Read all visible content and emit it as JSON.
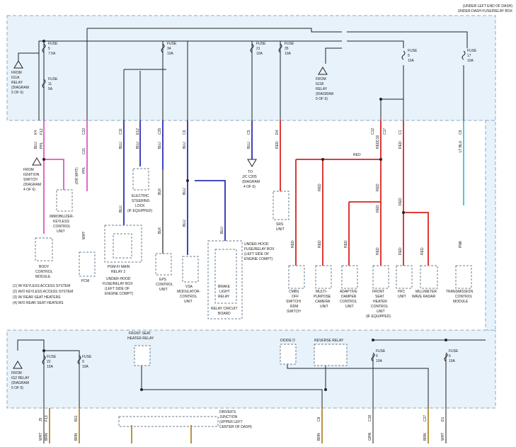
{
  "header": {
    "line1": "(UNDER LEFT END OF DASH)",
    "line2": "UNDER-DASH FUSE/RELAY BOX"
  },
  "fuses_top": [
    {
      "label": "FUSE",
      "num": "5",
      "amp": "7.5A"
    },
    {
      "label": "FUSE",
      "num": "11",
      "amp": "5A"
    },
    {
      "label": "FUSE",
      "num": "34",
      "amp": "10A"
    },
    {
      "label": "FUSE",
      "num": "21",
      "amp": "10A"
    },
    {
      "label": "FUSE",
      "num": "35",
      "amp": "10A"
    },
    {
      "label": "FUSE",
      "num": "5",
      "amp": "10A"
    },
    {
      "label": "FUSE",
      "num": "17",
      "amp": "10A"
    }
  ],
  "relay_refs": {
    "ig1a": [
      "FROM",
      "IG1A",
      "RELAY",
      "(DIAGRAM",
      "5 OF 6)"
    ],
    "ig1b": [
      "FROM",
      "IG1B",
      "RELAY",
      "(DIAGRAM",
      "5 OF 6)"
    ],
    "ig2": [
      "FROM",
      "IG2 RELAY",
      "(DIAGRAM",
      "5 OF 6)"
    ]
  },
  "connector_pins": [
    "K4",
    "F12",
    "C22",
    "C21",
    "C11",
    "E12",
    "C25",
    "C6",
    "C5",
    "D4",
    "C12",
    "C16",
    "C17",
    "C1",
    "C9",
    "J5",
    "F13",
    "B11",
    "C8",
    "C18",
    "C27",
    "D1"
  ],
  "wire_colors": [
    "BLU",
    "PPL",
    "(OR WHT)",
    "LT BLU",
    "RED",
    "BLK",
    "BRN",
    "WHT",
    "PNK",
    "GRN"
  ],
  "components": {
    "ignition_switch": [
      "FROM",
      "IGNITION",
      "SWITCH",
      "(DIAGRAM",
      "4 OF 6)"
    ],
    "immobilizer": [
      "IMMOBILIZER-",
      "KEYLESS",
      "CONTROL",
      "UNIT"
    ],
    "body_control": [
      "BODY",
      "CONTROL",
      "MODULE"
    ],
    "pcm": [
      "PCM"
    ],
    "pgm_fi": [
      "PGM-FI MAIN",
      "RELAY 2"
    ],
    "underhood_box": [
      "UNDER-HOOD",
      "FUSE/RELAY BOX",
      "(LEFT SIDE OF",
      "ENGINE COMPT)"
    ],
    "steering_lock": [
      "ELECTRIC",
      "STEERING",
      "LOCK",
      "(IF EQUIPPED)"
    ],
    "eps": [
      "EPS",
      "CONTROL",
      "UNIT"
    ],
    "vsa": [
      "VSA",
      "MODULATOR-",
      "CONTROL",
      "UNIT"
    ],
    "brake_light": [
      "BRAKE",
      "LIGHT",
      "RELAY"
    ],
    "relay_board": [
      "RELAY CIRCUIT",
      "BOARD"
    ],
    "underhood_box2": [
      "UNDER-HOOD",
      "FUSE/RELAY BOX",
      "(LEFT SIDE OF",
      "ENGINE COMPT)"
    ],
    "jc205": [
      "TO",
      "J/C C205",
      "(DIAGRAM",
      "4 OF 6)"
    ],
    "srs": [
      "SRS",
      "UNIT"
    ],
    "cmbs": [
      "CMBS",
      "OFF",
      "SWITCH/",
      "RDM",
      "SWITCH"
    ],
    "camera": [
      "MULTI-",
      "PURPOSE",
      "CAMERA",
      "UNIT"
    ],
    "damper": [
      "ADAPTIVE",
      "DAMPER",
      "CONTROL",
      "UNIT"
    ],
    "seat_heater": [
      "FRONT",
      "SEAT",
      "HEATER",
      "CONTROL",
      "UNIT",
      "(IF EQUIPPED)"
    ],
    "hfc": [
      "HFC",
      "UNIT"
    ],
    "radar": [
      "MILLIMETER",
      "WAVE RADAR"
    ],
    "transmission": [
      "TRANSMISSION",
      "CONTROL",
      "MODULE"
    ]
  },
  "legend": [
    "(1) W/ KEYLESS ACCESS SYSTEM",
    "(2) W/O KEYLESS ACCESS SYSTEM",
    "(3) W/ REAR SEAT HEATERS",
    "(4) W/O REAR SEAT HEATERS"
  ],
  "lower": {
    "seat_heater_relay": [
      "FRONT SEAT",
      "HEATER RELAY"
    ],
    "diode": "DIODE D",
    "reverse_relay": "REVERSE RELAY",
    "fuse22": {
      "label": "FUSE",
      "num": "22",
      "amp": "10A"
    },
    "fuse9": {
      "label": "FUSE",
      "num": "9",
      "amp": "10A"
    },
    "fuse6a": {
      "label": "FUSE",
      "num": "6",
      "amp": "10A"
    },
    "fuse6b": {
      "label": "FUSE",
      "num": "6",
      "amp": "10A"
    },
    "drivers_junction": [
      "DRIVER'S",
      "JUNCTION",
      "(UPPER LEFT",
      "CENTER OF DASH)"
    ]
  }
}
